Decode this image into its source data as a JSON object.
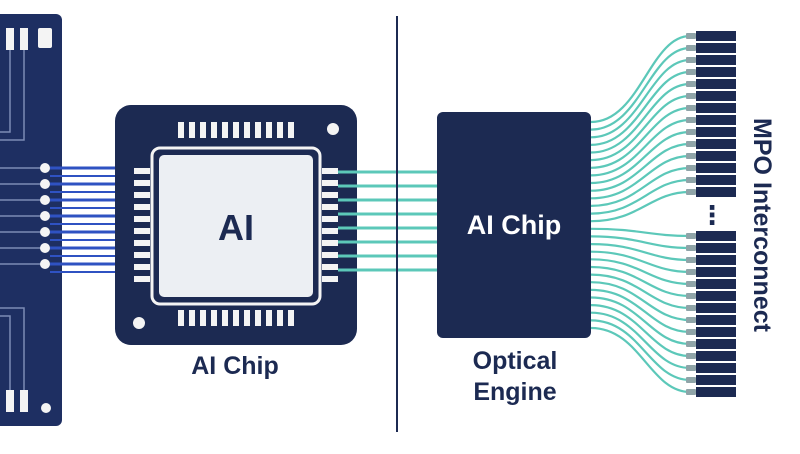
{
  "chip": {
    "die_label": "AI",
    "caption": "AI Chip"
  },
  "optical_engine": {
    "chip_label": "AI Chip",
    "caption_line1": "Optical",
    "caption_line2": "Engine"
  },
  "connector": {
    "label": "MPO Interconnect",
    "ellipsis": "⋮"
  },
  "colors": {
    "navy": "#1c2a52",
    "board_blue": "#1e2f62",
    "electrical_trace": "#2f52c2",
    "optical_fiber": "#5cc8b9",
    "die_fill": "#eceff3",
    "pad": "#f4f4f4",
    "divider": "#1c2a52"
  }
}
